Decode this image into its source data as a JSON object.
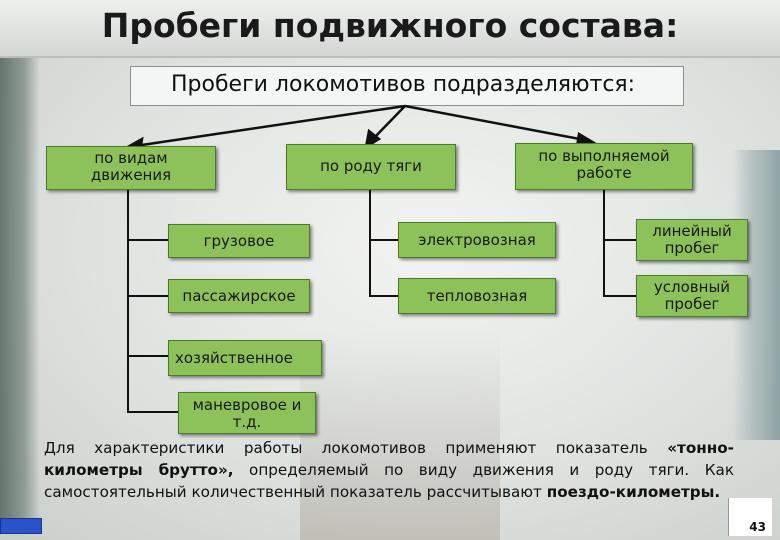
{
  "title": "Пробеги подвижного состава:",
  "subtitle": "Пробеги локомотивов подразделяются:",
  "categories": [
    {
      "line1": "по видам",
      "line2": "движения"
    },
    {
      "line1": "по роду тяги",
      "line2": ""
    },
    {
      "line1": "по выполняемой",
      "line2": "работе"
    }
  ],
  "by_movement": {
    "items": [
      {
        "line1": "грузовое",
        "line2": ""
      },
      {
        "line1": "пассажирское",
        "line2": ""
      },
      {
        "line1": "хозяйственное",
        "line2": ""
      },
      {
        "line1": "маневровое и",
        "line2": "т.д."
      }
    ]
  },
  "by_traction": {
    "items": [
      {
        "line1": "электровозная",
        "line2": ""
      },
      {
        "line1": "тепловозная",
        "line2": ""
      }
    ]
  },
  "by_work": {
    "items": [
      {
        "line1": "линейный",
        "line2": "пробег"
      },
      {
        "line1": "условный",
        "line2": "пробег"
      }
    ]
  },
  "paragraph": {
    "t1": "Для характеристики работы локомотивов применяют показатель ",
    "b1": "«тонно-километры брутто»,",
    "t2": " определяемый по виду движения и роду тяги. Как самостоятельный количественный показатель рассчитывают ",
    "b2": "поездо-километры."
  },
  "page_number": "43",
  "colors": {
    "box": "#8dc15a",
    "box_border": "#4d7a2a",
    "lines": "#111111"
  }
}
